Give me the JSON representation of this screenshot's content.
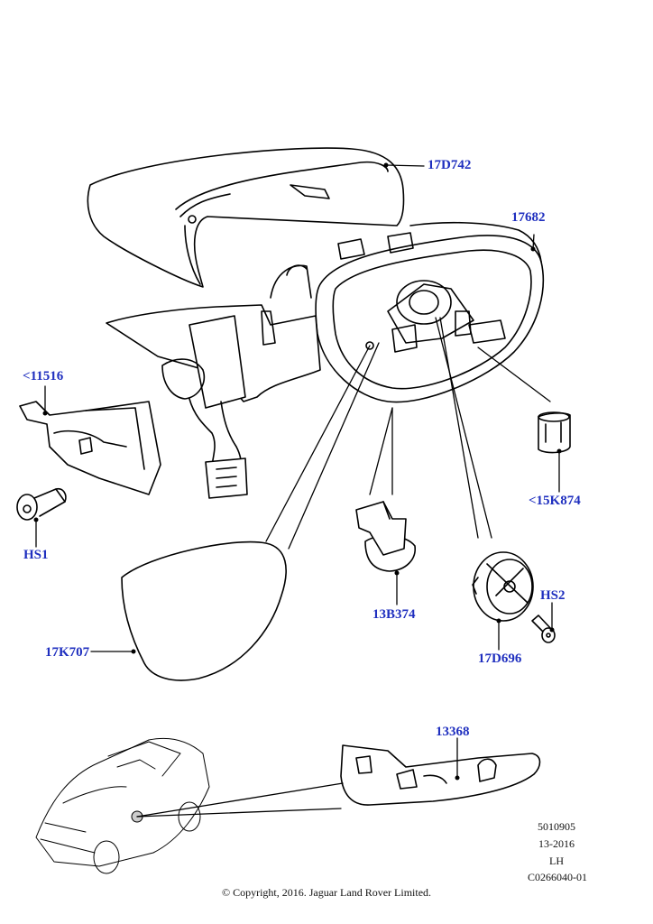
{
  "parts": {
    "cap": "17D742",
    "housing": "17682",
    "bracket": "<11516",
    "lamp_holder": "<15K874",
    "screw_left": "HS1",
    "clip": "13B374",
    "screw_right": "HS2",
    "motor": "17D696",
    "glass": "17K707",
    "indicator": "13368"
  },
  "meta": {
    "code": "5010905",
    "date": "13-2016",
    "side": "LH",
    "ref": "C0266040-01",
    "copyright": "© Copyright, 2016. Jaguar Land Rover Limited."
  }
}
